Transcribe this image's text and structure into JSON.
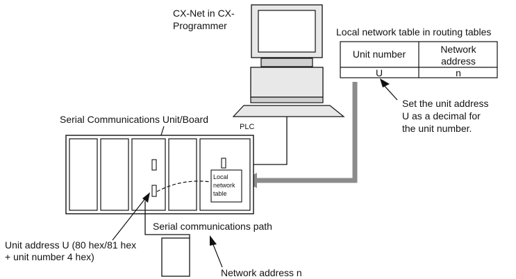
{
  "computer": {
    "label_line1": "CX-Net in CX-",
    "label_line2": "Programmer"
  },
  "routing_table": {
    "caption": "Local network table in routing tables",
    "col1_header": "Unit number",
    "col2_header_line1": "Network",
    "col2_header_line2": "address",
    "row_unit": "U",
    "row_network": "n"
  },
  "callouts": {
    "set_line1": "Set the unit address",
    "set_line2": "U as a decimal for",
    "set_line3": "the unit number.",
    "scu": "Serial Communications Unit/Board",
    "plc": "PLC",
    "serial_path": "Serial communications path",
    "unit_addr_line1": "Unit address U (80 hex/81 hex",
    "unit_addr_line2": "+ unit number   4 hex)",
    "network_addr": "Network address n"
  },
  "local_table": {
    "line1": "Local",
    "line2": "network",
    "line3": "table"
  }
}
